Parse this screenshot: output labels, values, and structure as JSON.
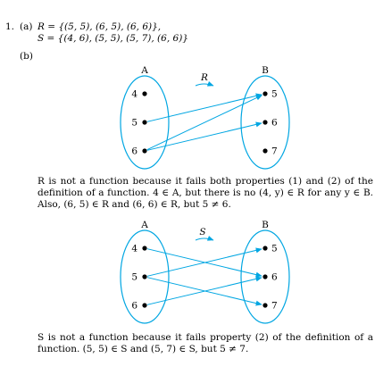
{
  "problem": {
    "number": "1.",
    "part_a_label": "(a)",
    "R_set": "R = {(5, 5), (6, 5), (6, 6)},",
    "S_set": "S = {(4, 6), (5, 5), (5, 7), (6, 6)}",
    "part_b_label": "(b)"
  },
  "diagram_R": {
    "label": "R",
    "left_set_label": "A",
    "right_set_label": "B",
    "left_elements": [
      "4",
      "5",
      "6"
    ],
    "right_elements": [
      "5",
      "6",
      "7"
    ],
    "arrows": [
      [
        "5",
        "5"
      ],
      [
        "6",
        "5"
      ],
      [
        "6",
        "6"
      ]
    ]
  },
  "explanation_R": "R is not a function because it fails both properties (1) and (2) of the definition of a function. 4 ∈ A, but there is no (4, y) ∈ R for any y ∈ B. Also, (6, 5) ∈ R and (6, 6) ∈ R, but 5 ≠ 6.",
  "diagram_S": {
    "label": "S",
    "left_set_label": "A",
    "right_set_label": "B",
    "left_elements": [
      "4",
      "5",
      "6"
    ],
    "right_elements": [
      "5",
      "6",
      "7"
    ],
    "arrows": [
      [
        "4",
        "6"
      ],
      [
        "5",
        "5"
      ],
      [
        "5",
        "7"
      ],
      [
        "6",
        "6"
      ]
    ]
  },
  "explanation_S": "S is not a function because it fails property (2) of the definition of a function. (5, 5) ∈ S and (5, 7) ∈ S, but 5 ≠ 7.",
  "colors": {
    "accent": "#00a6e2"
  }
}
